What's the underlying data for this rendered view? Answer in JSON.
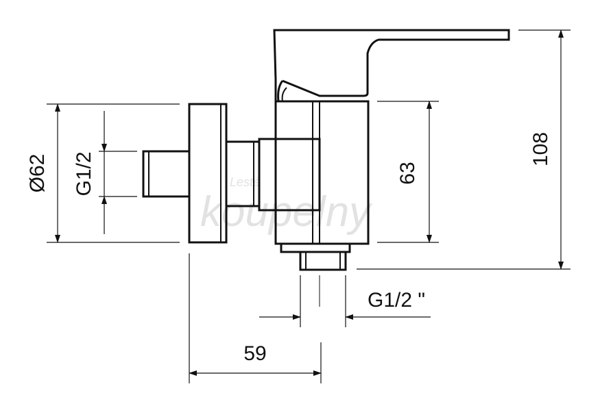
{
  "drawing": {
    "dimensions": {
      "flange_diameter": "Ø62",
      "inlet_thread": "G1/2",
      "body_height": "63",
      "overall_height": "108",
      "outlet_thread": "G1/2 \"",
      "depth": "59"
    },
    "watermark": {
      "line1": "Lesté",
      "line2": "koupelny"
    }
  }
}
